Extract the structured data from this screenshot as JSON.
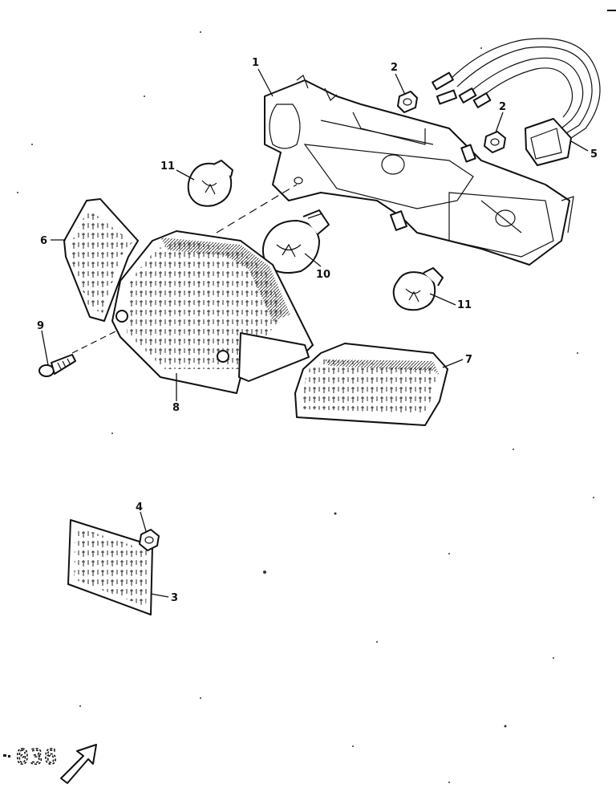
{
  "callouts": {
    "c1": "1",
    "c2a": "2",
    "c2b": "2",
    "c3": "3",
    "c4": "4",
    "c5": "5",
    "c6": "6",
    "c7": "7",
    "c8": "8",
    "c9": "9",
    "c10": "10",
    "c11a": "11",
    "c11b": "11"
  },
  "page_code": "036"
}
